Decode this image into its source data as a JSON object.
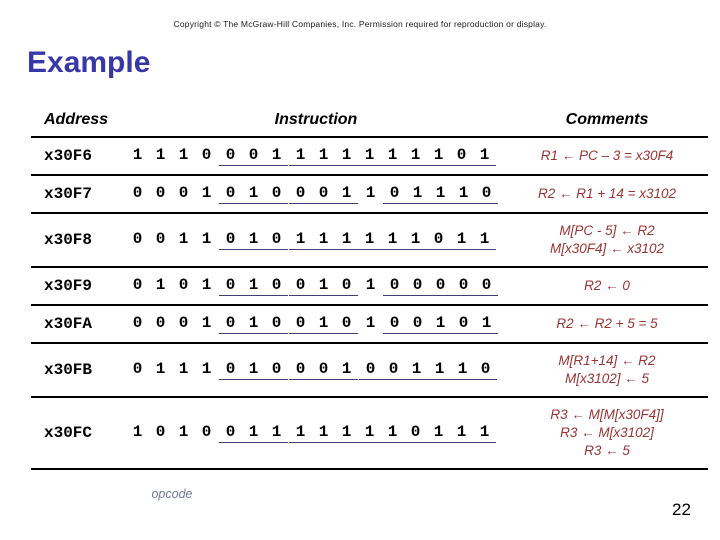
{
  "copyright": "Copyright © The McGraw-Hill Companies, Inc. Permission required for reproduction or display.",
  "title": "Example",
  "opcode_label": "opcode",
  "page_number": "22",
  "colors": {
    "title": "#3737a8",
    "highlight": "#b7caf2",
    "underline": "#3f3f73",
    "comment": "#9b3333",
    "opcode_label": "#70789b"
  },
  "table": {
    "headers": [
      "Address",
      "Instruction",
      "Comments"
    ],
    "rows": [
      {
        "address": "x30F6",
        "bit_groups": [
          {
            "bits": "1110",
            "underline": false
          },
          {
            "bits": "001",
            "underline": true
          },
          {
            "bits": "111111101",
            "underline": true
          }
        ],
        "comments": [
          "R1 ← PC – 3 = x30F4"
        ]
      },
      {
        "address": "x30F7",
        "bit_groups": [
          {
            "bits": "0001",
            "underline": false
          },
          {
            "bits": "010",
            "underline": true
          },
          {
            "bits": "001",
            "underline": true
          },
          {
            "bits": "1",
            "underline": false
          },
          {
            "bits": "01110",
            "underline": true
          }
        ],
        "comments": [
          "R2 ← R1 + 14 = x3102"
        ]
      },
      {
        "address": "x30F8",
        "bit_groups": [
          {
            "bits": "0011",
            "underline": false
          },
          {
            "bits": "010",
            "underline": true
          },
          {
            "bits": "111111011",
            "underline": true
          }
        ],
        "comments": [
          "M[PC - 5] ← R2",
          "M[x30F4] ← x3102"
        ]
      },
      {
        "address": "x30F9",
        "bit_groups": [
          {
            "bits": "0101",
            "underline": false
          },
          {
            "bits": "010",
            "underline": true
          },
          {
            "bits": "010",
            "underline": true
          },
          {
            "bits": "1",
            "underline": false
          },
          {
            "bits": "00000",
            "underline": true
          }
        ],
        "comments": [
          "R2 ← 0"
        ]
      },
      {
        "address": "x30FA",
        "bit_groups": [
          {
            "bits": "0001",
            "underline": false
          },
          {
            "bits": "010",
            "underline": true
          },
          {
            "bits": "010",
            "underline": true
          },
          {
            "bits": "1",
            "underline": false
          },
          {
            "bits": "00101",
            "underline": true
          }
        ],
        "comments": [
          "R2 ← R2 + 5 = 5"
        ]
      },
      {
        "address": "x30FB",
        "bit_groups": [
          {
            "bits": "0111",
            "underline": false
          },
          {
            "bits": "010",
            "underline": true
          },
          {
            "bits": "001",
            "underline": true
          },
          {
            "bits": "001110",
            "underline": true
          }
        ],
        "comments": [
          "M[R1+14] ← R2",
          "M[x3102] ← 5"
        ]
      },
      {
        "address": "x30FC",
        "bit_groups": [
          {
            "bits": "1010",
            "underline": false
          },
          {
            "bits": "011",
            "underline": true
          },
          {
            "bits": "111110111",
            "underline": true
          }
        ],
        "comments": [
          "R3 ← M[M[x30F4]]",
          "R3 ← M[x3102]",
          "R3 ← 5"
        ]
      }
    ]
  }
}
